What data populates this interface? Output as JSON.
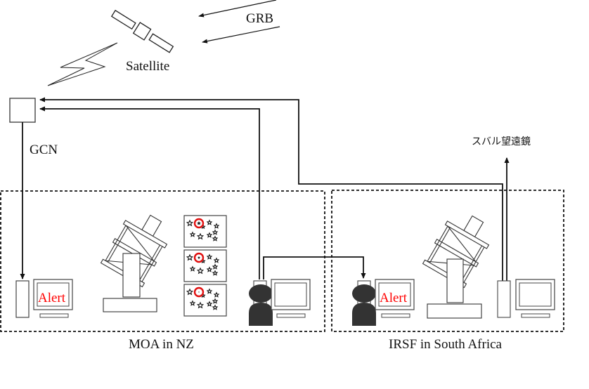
{
  "title": "GRB alert follow-up network diagram",
  "labels": {
    "grb": "GRB",
    "satellite": "Satellite",
    "gcn": "GCN",
    "subaru": "スバル望遠鏡",
    "moa_site": "MOA in NZ",
    "irsf_site": "IRSF in South Africa"
  },
  "screens": {
    "moa_alert": "Alert",
    "irsf_alert": "Alert"
  },
  "colors": {
    "line": "#111111",
    "dark_figure": "#333333",
    "alert_red": "#ff0000",
    "circle_red": "#e01010",
    "outline": "#444444"
  },
  "sky_frames": {
    "count": 3,
    "highlight": "circled transient star fading across frames"
  }
}
